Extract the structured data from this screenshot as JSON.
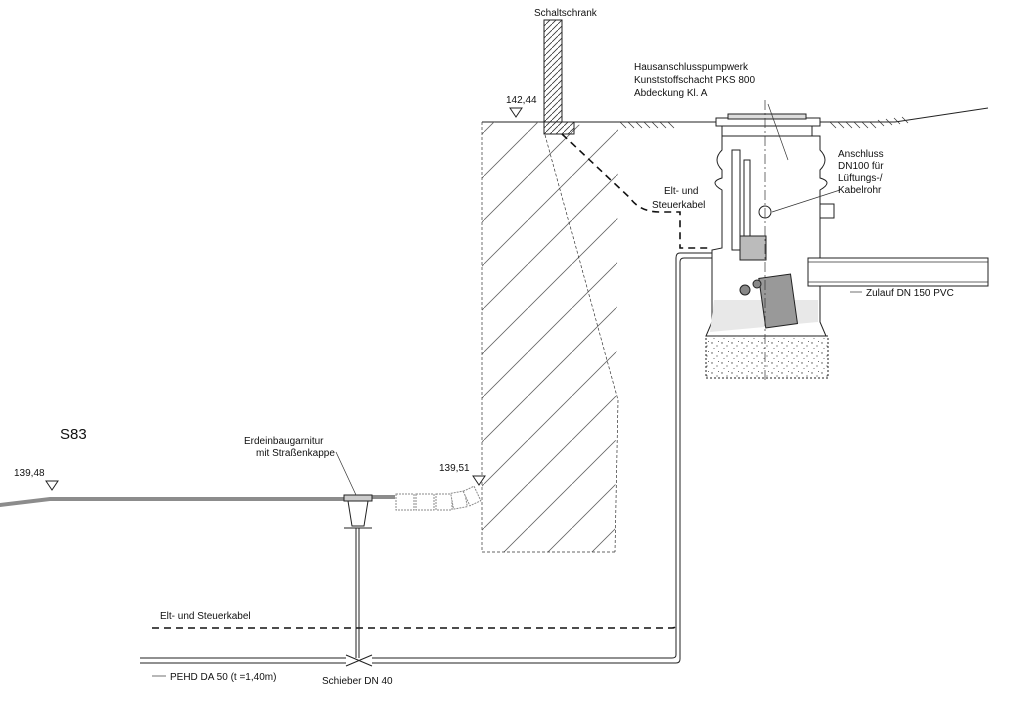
{
  "labels": {
    "station": "S83",
    "schaltschrank": "Schaltschrank",
    "pumpwerk_line1": "Hausanschlusspumpwerk",
    "pumpwerk_line2": "Kunststoffschacht PKS 800",
    "pumpwerk_line3": "Abdeckung Kl. A",
    "anschluss_line1": "Anschluss",
    "anschluss_line2": "DN100 für",
    "anschluss_line3": "Lüftungs-/",
    "anschluss_line4": "Kabelrohr",
    "cable_top_line1": "Elt- und",
    "cable_top_line2": "Steuerkabel",
    "zulauf": "Zulauf DN 150 PVC",
    "armatur_line1": "Erdeinbaugarnitur",
    "armatur_line2": "mit Straßenkappe",
    "cable_bottom": "Elt- und Steuerkabel",
    "pehd": "PEHD DA 50 (t =1,40m)",
    "schieber": "Schieber DN 40"
  },
  "elevations": {
    "top_ground": "142,44",
    "left_ground": "139,48",
    "street": "139,51"
  },
  "colors": {
    "line": "#222222",
    "road": "#8c8c8c",
    "hatch": "#555555"
  }
}
